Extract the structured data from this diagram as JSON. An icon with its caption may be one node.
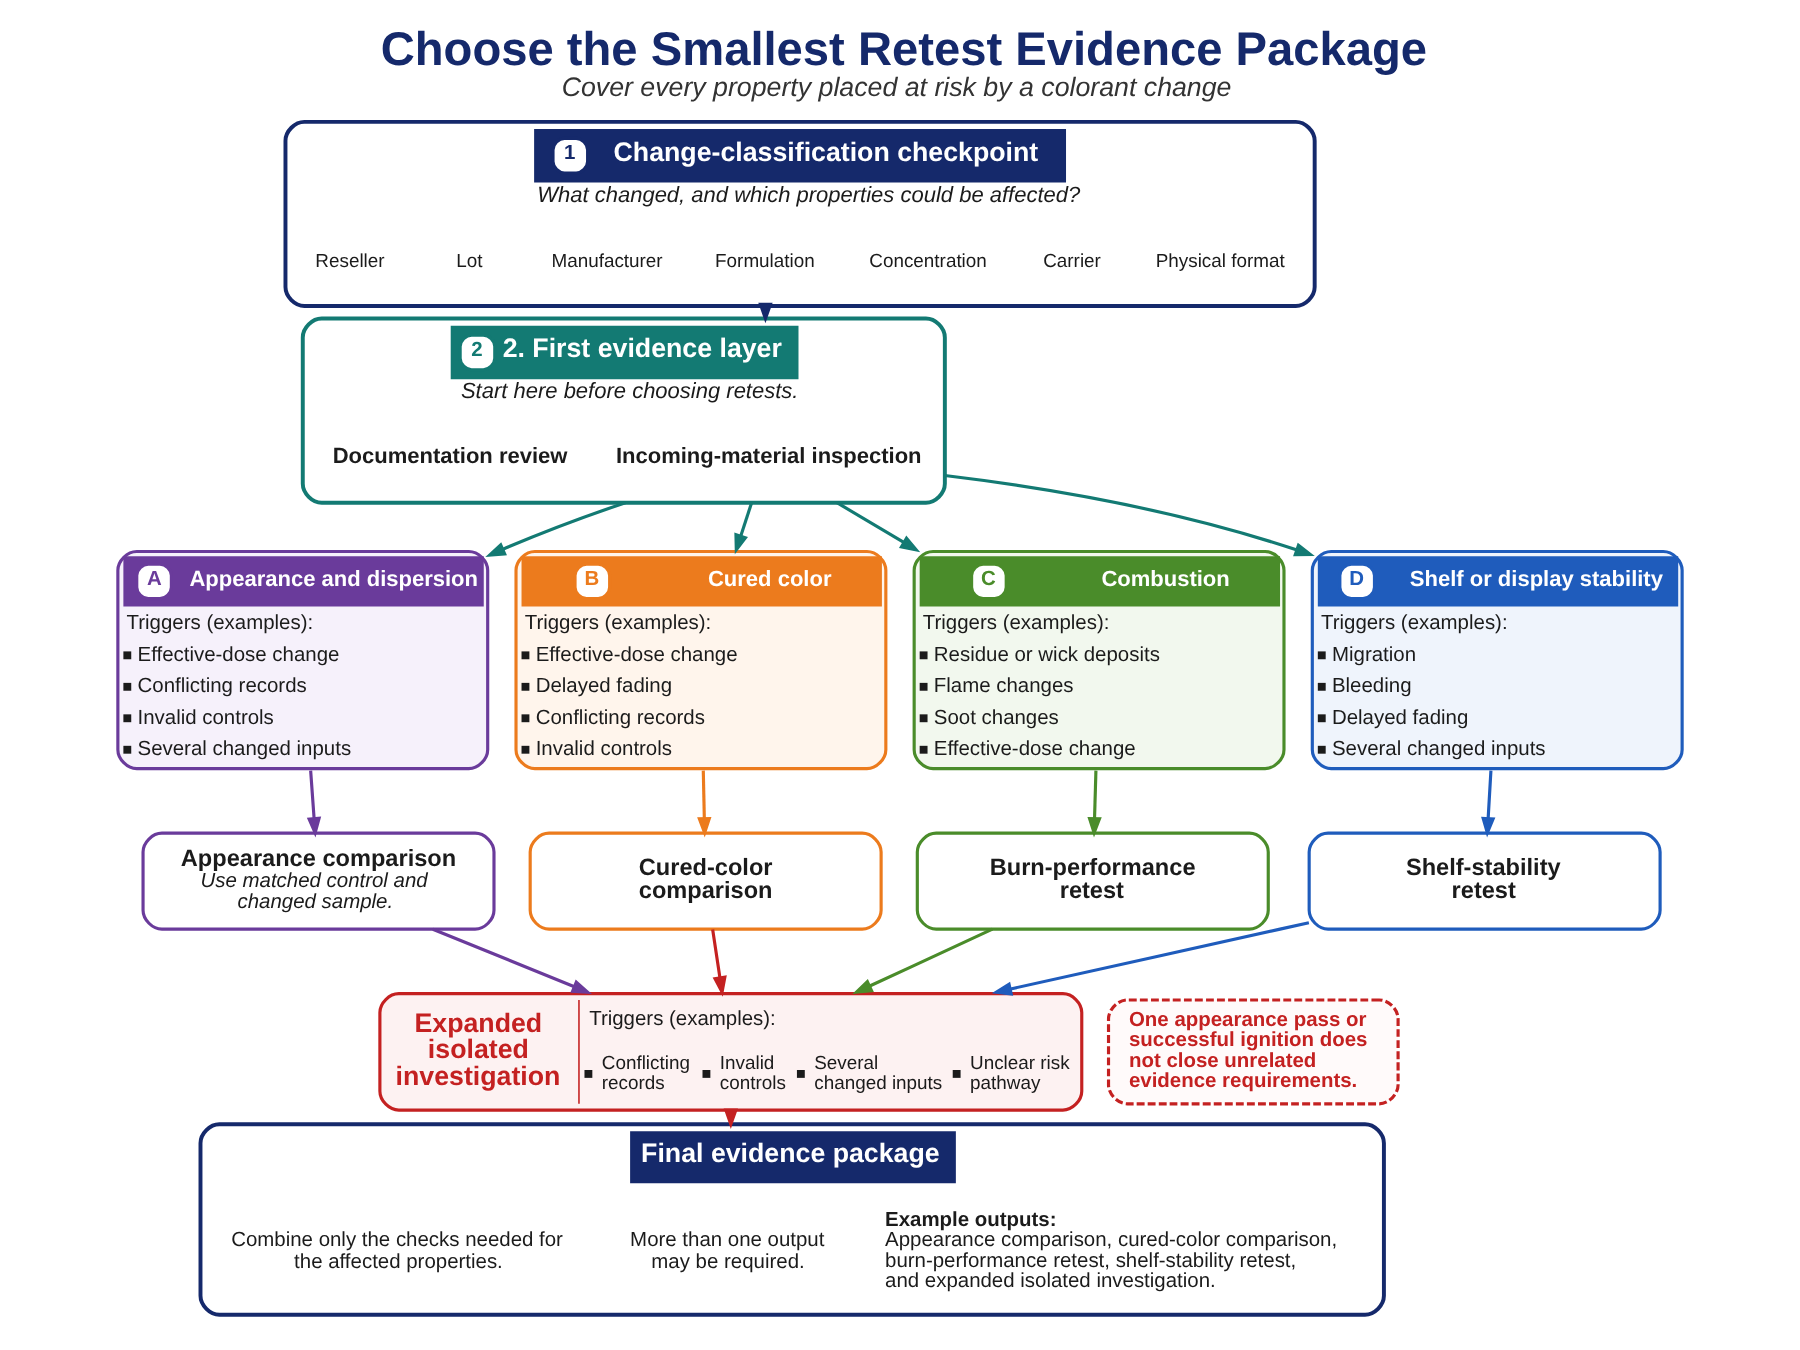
{
  "diagram": {
    "title": "Choose the Smallest Retest Evidence Package",
    "caption": "Cover every property placed at risk by a colorant change",
    "nodes": [
      {
        "text": [
          "1",
          "Change-classification checkpoint",
          "What changed, and which properties could be affected?"
        ]
      },
      {
        "text": [
          "Reseller"
        ],
        "in": 0
      },
      {
        "text": [
          "Lot"
        ],
        "in": 0
      },
      {
        "text": [
          "Manufacturer"
        ],
        "in": 0
      },
      {
        "text": [
          "Formulation"
        ],
        "in": 0
      },
      {
        "text": [
          "Concentration"
        ],
        "in": 0
      },
      {
        "text": [
          "Carrier"
        ],
        "in": 0
      },
      {
        "text": [
          "Physical format"
        ],
        "in": 0
      },
      {
        "text": [
          "2",
          "2. First evidence layer",
          "Start here before choosing retests."
        ]
      },
      {
        "text": [
          "Documentation review"
        ],
        "in": 8
      },
      {
        "text": [
          "Incoming-material inspection"
        ],
        "in": 8
      },
      {
        "text": [
          "A",
          "Appearance and dispersion",
          "Triggers (examples):",
          "Effective-dose change",
          "Conflicting records",
          "Invalid controls",
          "Several changed inputs"
        ]
      },
      {
        "text": [
          "Appearance comparison",
          "Use matched control and changed sample."
        ]
      },
      {
        "text": [
          "B",
          "Cured color",
          "Triggers (examples):",
          "Effective-dose change",
          "Delayed fading",
          "Conflicting records",
          "Invalid controls"
        ]
      },
      {
        "text": [
          "Cured-color comparison"
        ]
      },
      {
        "text": [
          "C",
          "Combustion",
          "Triggers (examples):",
          "Residue or wick deposits",
          "Flame changes",
          "Soot changes",
          "Effective-dose change"
        ]
      },
      {
        "text": [
          "Burn-performance retest"
        ]
      },
      {
        "text": [
          "D",
          "Shelf or display stability",
          "Triggers (examples):",
          "Migration",
          "Bleeding",
          "Delayed fading",
          "Several changed inputs"
        ]
      },
      {
        "text": [
          "Shelf-stability retest"
        ]
      },
      {
        "text": [
          "Expanded isolated investigation",
          "Triggers (examples):",
          "Conflicting records",
          "Invalid controls",
          "Several changed inputs",
          "Unclear risk pathway"
        ]
      },
      {
        "text": [
          "One appearance pass or successful ignition does not close unrelated evidence requirements."
        ]
      },
      {
        "text": [
          "Final evidence package"
        ]
      },
      {
        "text": [
          "Combine only the checks needed for the affected properties."
        ],
        "in": 21
      },
      {
        "text": [
          "More than one output may be required."
        ],
        "in": 21
      },
      {
        "text": [
          "Example outputs:",
          "Appearance comparison, cured-color comparison, burn-performance retest, shelf-stability retest, and expanded isolated investigation."
        ],
        "in": 21
      }
    ],
    "edges": [
      {
        "from": 0,
        "to": 8,
        "arrow": "to",
        "color": "#15296b"
      },
      {
        "from": 8,
        "to": 11,
        "arrow": "to"
      },
      {
        "from": 8,
        "to": 13,
        "arrow": "to"
      },
      {
        "from": 8,
        "to": 15,
        "arrow": "to"
      },
      {
        "from": 8,
        "to": 17,
        "arrow": "to"
      },
      {
        "from": 11,
        "to": 12,
        "arrow": "to",
        "color": "#6a3b9b"
      },
      {
        "from": 13,
        "to": 14,
        "arrow": "to",
        "color": "#ec7b1d"
      },
      {
        "from": 15,
        "to": 16,
        "arrow": "to",
        "color": "#4a8c2a"
      },
      {
        "from": 17,
        "to": 18,
        "arrow": "to",
        "color": "#1f5cbc"
      },
      {
        "from": 12,
        "to": 19,
        "arrow": "to",
        "color": "#6a3b9b"
      },
      {
        "from": 14,
        "to": 19,
        "arrow": "to",
        "color": "#c42121"
      },
      {
        "from": 16,
        "to": 19,
        "arrow": "to",
        "color": "#4a8c2a"
      },
      {
        "from": 18,
        "to": 19,
        "arrow": "to",
        "color": "#1f5cbc"
      },
      {
        "from": 19,
        "to": 21,
        "arrow": "to",
        "color": "#c42121"
      }
    ]
  }
}
